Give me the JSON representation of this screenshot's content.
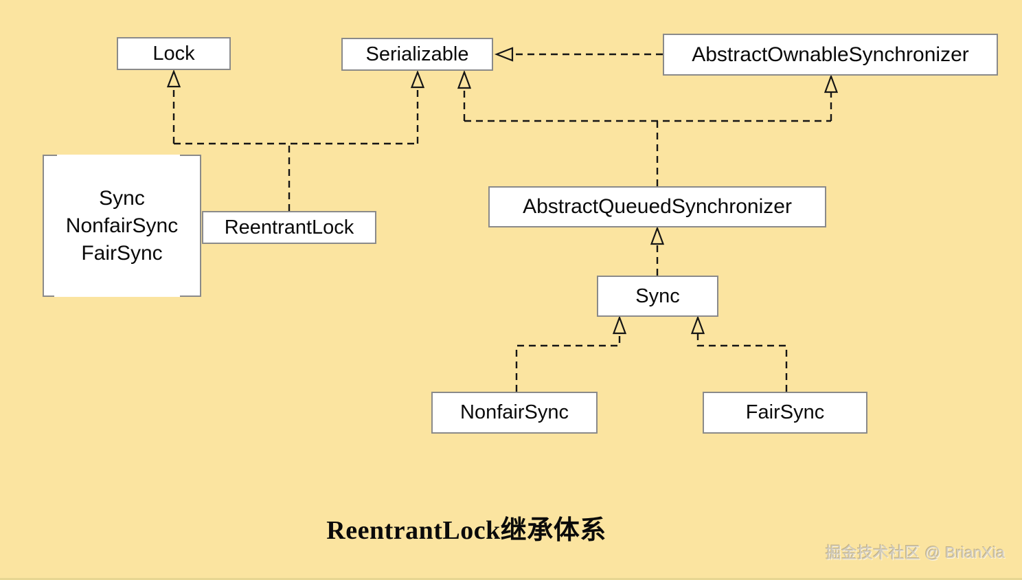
{
  "title": "ReentrantLock继承体系",
  "watermark": "掘金技术社区 @ BrianXia",
  "colors": {
    "background": "#FBE4A0",
    "box_fill": "#FFFFFF",
    "box_border": "#8A8A8A",
    "line_color": "#151515",
    "text_color": "#0A0A0A",
    "watermark_color": "#CFCCC3"
  },
  "nodes": {
    "lock": {
      "label": "Lock"
    },
    "serializable": {
      "label": "Serializable"
    },
    "abstract_ownable_synchronizer": {
      "label": "AbstractOwnableSynchronizer"
    },
    "reentrantlock": {
      "label": "ReentrantLock"
    },
    "abstract_queued_synchronizer": {
      "label": "AbstractQueuedSynchronizer"
    },
    "sync": {
      "label": "Sync"
    },
    "nonfairsync": {
      "label": "NonfairSync"
    },
    "fairsync": {
      "label": "FairSync"
    },
    "inner_classes_group": {
      "lines": [
        "Sync",
        "NonfairSync",
        "FairSync"
      ]
    }
  },
  "relations": [
    {
      "from": "ReentrantLock",
      "to": "Lock",
      "style": "dashed, hollow triangle arrow"
    },
    {
      "from": "ReentrantLock",
      "to": "Serializable",
      "style": "dashed, hollow triangle arrow"
    },
    {
      "from": "AbstractOwnableSynchronizer",
      "to": "Serializable",
      "style": "dashed, hollow triangle arrow"
    },
    {
      "from": "AbstractQueuedSynchronizer",
      "to": "Serializable",
      "style": "dashed, hollow triangle arrow"
    },
    {
      "from": "AbstractQueuedSynchronizer",
      "to": "AbstractOwnableSynchronizer",
      "style": "dashed, hollow triangle arrow"
    },
    {
      "from": "Sync",
      "to": "AbstractQueuedSynchronizer",
      "style": "dashed, hollow triangle arrow"
    },
    {
      "from": "NonfairSync",
      "to": "Sync",
      "style": "dashed, hollow triangle arrow"
    },
    {
      "from": "FairSync",
      "to": "Sync",
      "style": "dashed, hollow triangle arrow"
    }
  ]
}
